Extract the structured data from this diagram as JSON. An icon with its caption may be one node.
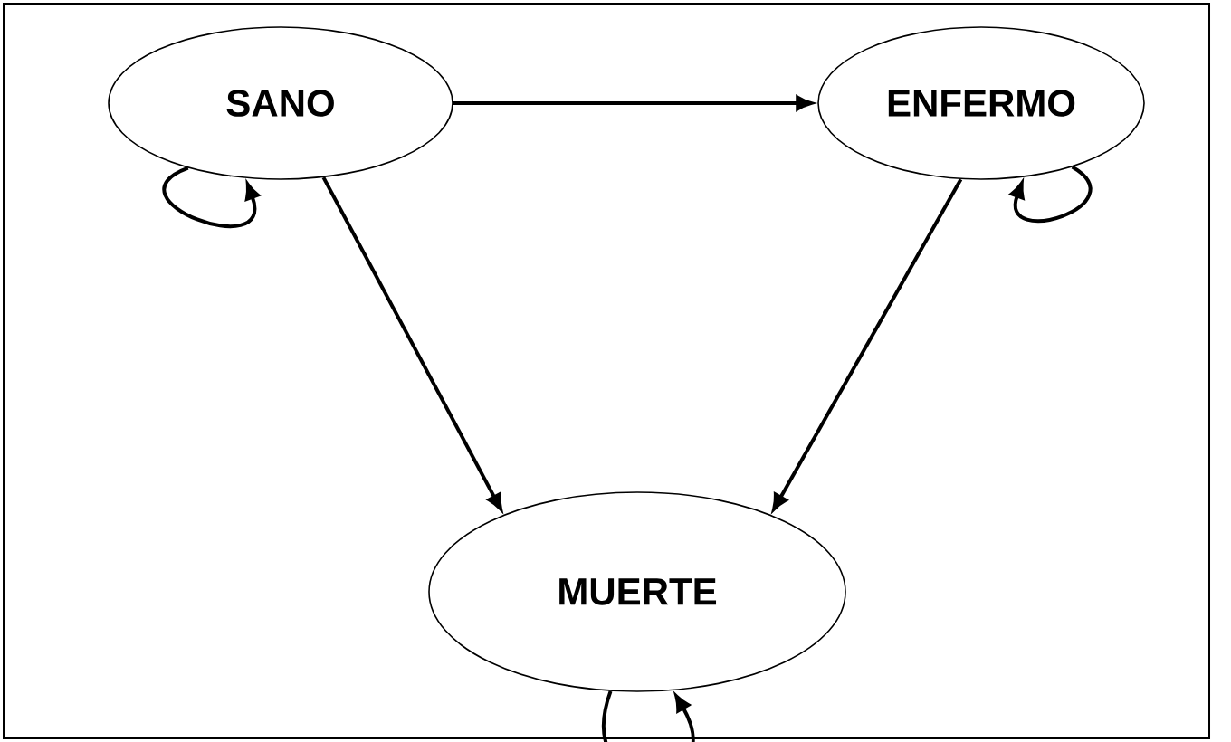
{
  "diagram": {
    "nodes": [
      {
        "text": [
          "SANO"
        ]
      },
      {
        "text": [
          "ENFERMO"
        ]
      },
      {
        "text": [
          "MUERTE"
        ]
      }
    ],
    "edges": [
      {
        "from": 0,
        "to": 1,
        "arrow": "to"
      },
      {
        "from": 0,
        "to": 2,
        "arrow": "to"
      },
      {
        "from": 1,
        "to": 2,
        "arrow": "to"
      },
      {
        "from": 0,
        "to": 0,
        "arrow": "to"
      },
      {
        "from": 1,
        "to": 1,
        "arrow": "to"
      },
      {
        "from": 2,
        "to": 2,
        "arrow": "to"
      }
    ]
  }
}
